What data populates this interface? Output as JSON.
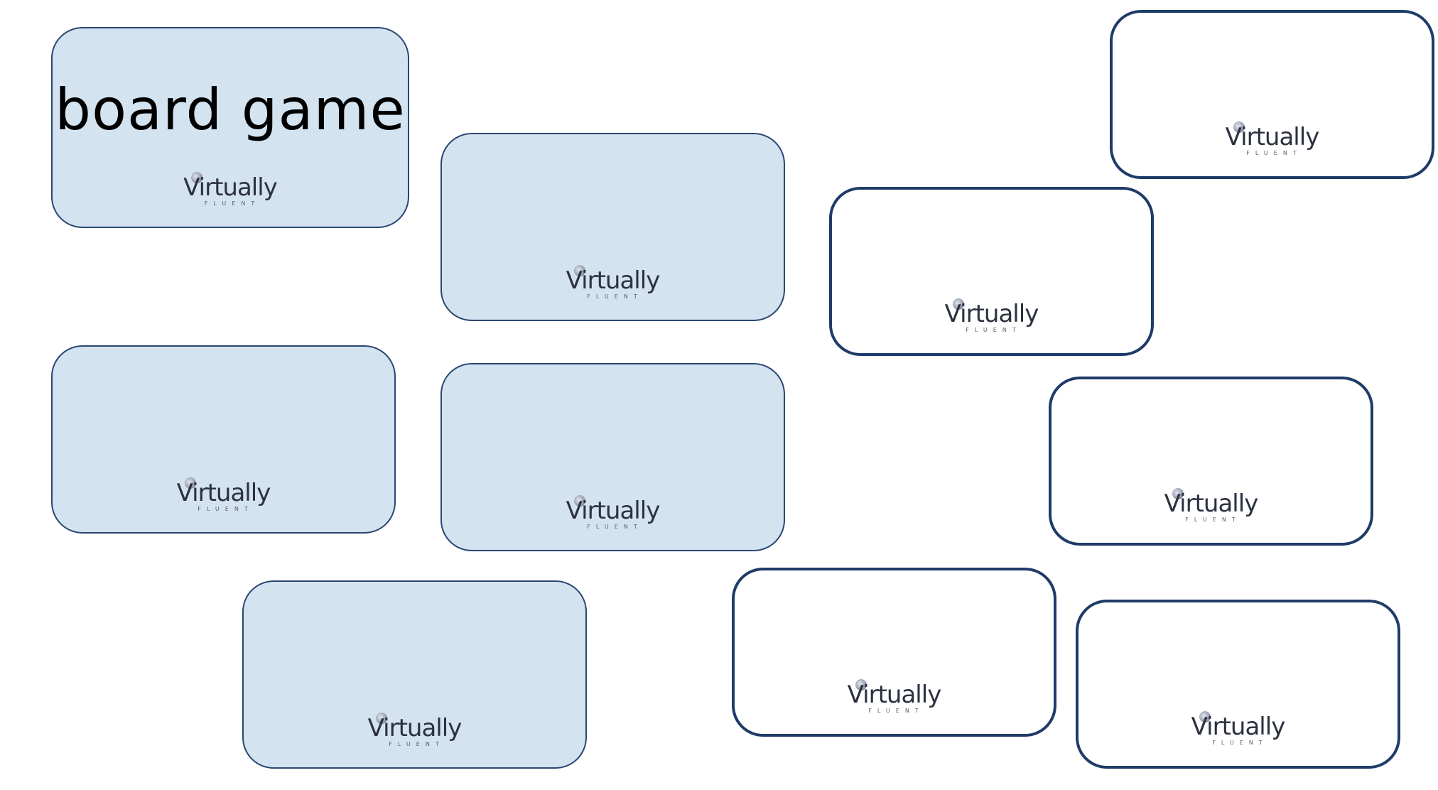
{
  "logo": {
    "brand": "Virtually",
    "tagline": "FLUENT"
  },
  "colors": {
    "card_blue": "#d4e3f0",
    "card_border": "#1f3b68",
    "card_white": "#ffffff"
  },
  "cards": [
    {
      "id": 1,
      "face": "blue",
      "word": "board game"
    },
    {
      "id": 2,
      "face": "blue",
      "word": ""
    },
    {
      "id": 3,
      "face": "white",
      "word": ""
    },
    {
      "id": 4,
      "face": "white",
      "word": ""
    },
    {
      "id": 5,
      "face": "blue",
      "word": ""
    },
    {
      "id": 6,
      "face": "blue",
      "word": ""
    },
    {
      "id": 7,
      "face": "white",
      "word": ""
    },
    {
      "id": 8,
      "face": "blue",
      "word": ""
    },
    {
      "id": 9,
      "face": "white",
      "word": ""
    },
    {
      "id": 10,
      "face": "white",
      "word": ""
    }
  ]
}
